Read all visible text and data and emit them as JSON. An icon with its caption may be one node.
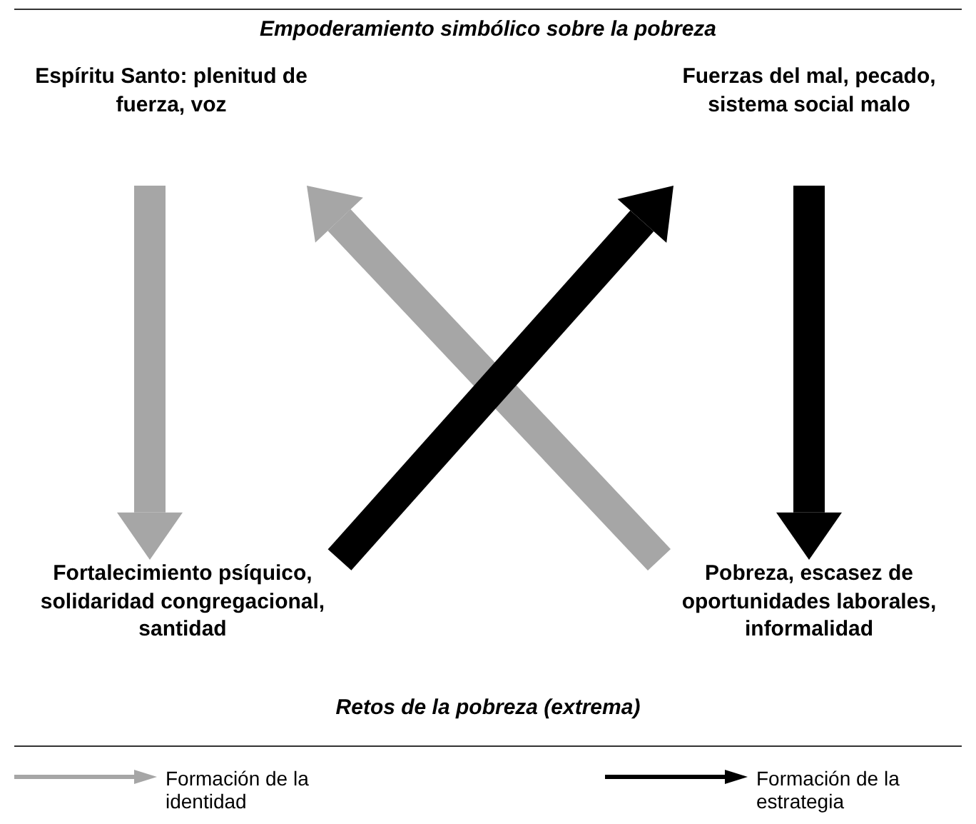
{
  "diagram": {
    "title": "Empoderamiento simbólico sobre la pobreza",
    "nodes": [
      {
        "text": [
          "Espíritu Santo: plenitud de fuerza, voz"
        ]
      },
      {
        "text": [
          "Fuerzas del mal, pecado, sistema social malo"
        ]
      },
      {
        "text": [
          "Fortalecimiento psíquico, solidaridad congregacional, santidad"
        ]
      },
      {
        "text": [
          "Pobreza, escasez de oportunidades laborales, informalidad"
        ]
      }
    ],
    "edges": [
      {
        "from": 0,
        "to": 2,
        "arrow": "to",
        "color": "#a6a6a6"
      },
      {
        "from": 3,
        "to": 0,
        "arrow": "to",
        "color": "#a6a6a6"
      },
      {
        "from": 2,
        "to": 1,
        "arrow": "to",
        "color": "#000000"
      },
      {
        "from": 1,
        "to": 3,
        "arrow": "to",
        "color": "#000000"
      }
    ],
    "labels": [
      "Retos de la pobreza (extrema)"
    ],
    "legend": [
      {
        "text": "Formación de la identidad"
      },
      {
        "text": "Formación de la estrategia"
      }
    ]
  }
}
